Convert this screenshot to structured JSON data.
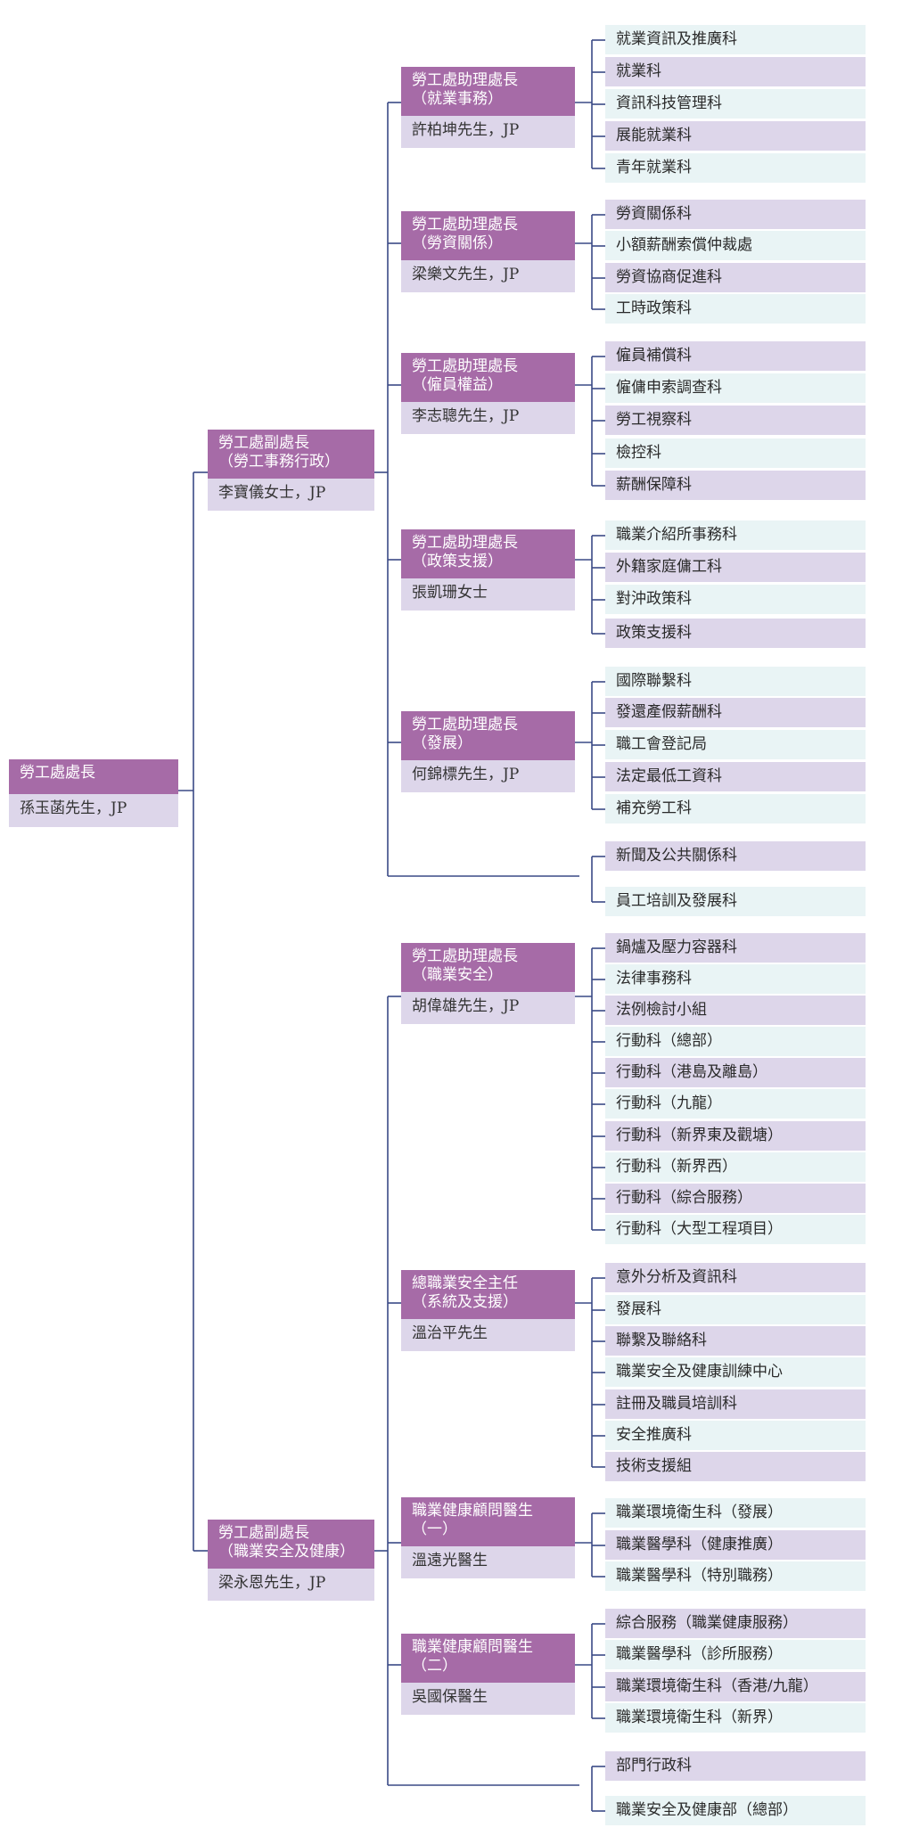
{
  "root": {
    "title": "勞工處處長",
    "name": "孫玉菡先生，JP"
  },
  "deputies": [
    {
      "title_lines": [
        "勞工處副處長",
        "（勞工事務行政）"
      ],
      "name": "李寶儀女士，JP"
    },
    {
      "title_lines": [
        "勞工處副處長",
        "（職業安全及健康）"
      ],
      "name": "梁永恩先生，JP"
    }
  ],
  "mid_units": [
    {
      "title_lines": [
        "勞工處助理處長",
        "（就業事務）"
      ],
      "name": "許柏坤先生，JP",
      "leaves": [
        "就業資訊及推廣科",
        "就業科",
        "資訊科技管理科",
        "展能就業科",
        "青年就業科"
      ]
    },
    {
      "title_lines": [
        "勞工處助理處長",
        "（勞資關係）"
      ],
      "name": "梁樂文先生，JP",
      "leaves": [
        "勞資關係科",
        "小額薪酬索償仲裁處",
        "勞資協商促進科",
        "工時政策科"
      ]
    },
    {
      "title_lines": [
        "勞工處助理處長",
        "（僱員權益）"
      ],
      "name": "李志聰先生，JP",
      "leaves": [
        "僱員補償科",
        "僱傭申索調查科",
        "勞工視察科",
        "檢控科",
        "薪酬保障科"
      ]
    },
    {
      "title_lines": [
        "勞工處助理處長",
        "（政策支援）"
      ],
      "name": "張凱珊女士",
      "leaves": [
        "職業介紹所事務科",
        "外籍家庭傭工科",
        "對沖政策科",
        "政策支援科"
      ]
    },
    {
      "title_lines": [
        "勞工處助理處長",
        "（發展）"
      ],
      "name": "何錦標先生，JP",
      "leaves": [
        "國際聯繫科",
        "發還產假薪酬科",
        "職工會登記局",
        "法定最低工資科",
        "補充勞工科"
      ]
    },
    {
      "title_lines": [
        "勞工處助理處長",
        "（職業安全）"
      ],
      "name": "胡偉雄先生，JP",
      "leaves": [
        "鍋爐及壓力容器科",
        "法律事務科",
        "法例檢討小組",
        "行動科（總部）",
        "行動科（港島及離島）",
        "行動科（九龍）",
        "行動科（新界東及觀塘）",
        "行動科（新界西）",
        "行動科（綜合服務）",
        "行動科（大型工程項目）"
      ]
    },
    {
      "title_lines": [
        "總職業安全主任",
        "（系統及支援）"
      ],
      "name": "溫治平先生",
      "leaves": [
        "意外分析及資訊科",
        "發展科",
        "聯繫及聯絡科",
        "職業安全及健康訓練中心",
        "註冊及職員培訓科",
        "安全推廣科",
        "技術支援組"
      ]
    },
    {
      "title_lines": [
        "職業健康顧問醫生",
        "（一）"
      ],
      "name": "溫遠光醫生",
      "leaves": [
        "職業環境衛生科（發展）",
        "職業醫學科（健康推廣）",
        "職業醫學科（特別職務）"
      ]
    },
    {
      "title_lines": [
        "職業健康顧問醫生",
        "（二）"
      ],
      "name": "吳國保醫生",
      "leaves": [
        "綜合服務（職業健康服務）",
        "職業醫學科（診所服務）",
        "職業環境衛生科（香港/九龍）",
        "職業環境衛生科（新界）"
      ]
    }
  ],
  "direct_leaves_1": [
    "新聞及公共關係科",
    "員工培訓及發展科"
  ],
  "direct_leaves_2": [
    "部門行政科",
    "職業安全及健康部（總部）"
  ]
}
